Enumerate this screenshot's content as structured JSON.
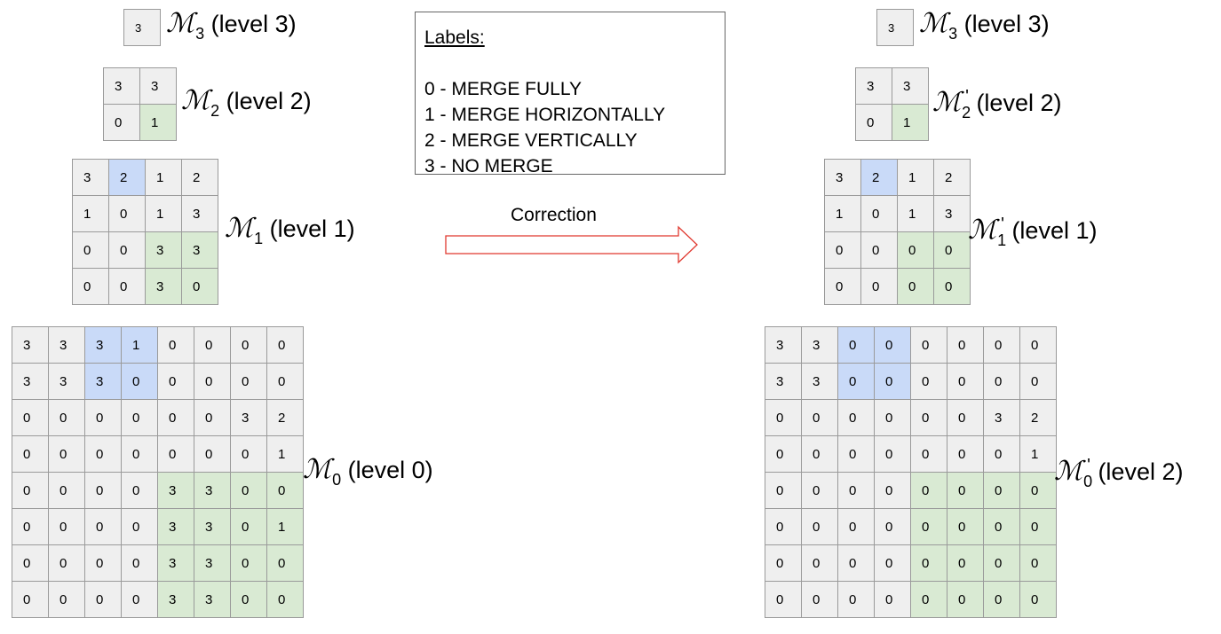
{
  "legend": {
    "title": "Labels:",
    "items": [
      "0 - MERGE FULLY",
      "1 - MERGE HORIZONTALLY",
      "2 - MERGE VERTICALLY",
      "3 - NO MERGE"
    ]
  },
  "arrow_label": "Correction",
  "left": {
    "level3": {
      "symbol": "ℳ",
      "subscript": "3",
      "prime": "",
      "suffix": " (level 3)",
      "rows": [
        [
          "3"
        ]
      ],
      "colors": [
        [
          "g"
        ]
      ]
    },
    "level2": {
      "symbol": "ℳ",
      "subscript": "2",
      "prime": "",
      "suffix": " (level 2)",
      "rows": [
        [
          "3",
          "3"
        ],
        [
          "0",
          "1"
        ]
      ],
      "colors": [
        [
          "g",
          "g"
        ],
        [
          "g",
          "G"
        ]
      ]
    },
    "level1": {
      "symbol": "ℳ",
      "subscript": "1",
      "prime": "",
      "suffix": " (level 1)",
      "rows": [
        [
          "3",
          "2",
          "1",
          "2"
        ],
        [
          "1",
          "0",
          "1",
          "3"
        ],
        [
          "0",
          "0",
          "3",
          "3"
        ],
        [
          "0",
          "0",
          "3",
          "0"
        ]
      ],
      "colors": [
        [
          "g",
          "B",
          "g",
          "g"
        ],
        [
          "g",
          "g",
          "g",
          "g"
        ],
        [
          "g",
          "g",
          "G",
          "G"
        ],
        [
          "g",
          "g",
          "G",
          "G"
        ]
      ]
    },
    "level0": {
      "symbol": "ℳ",
      "subscript": "0",
      "prime": "",
      "suffix": " (level 0)",
      "rows": [
        [
          "3",
          "3",
          "3",
          "1",
          "0",
          "0",
          "0",
          "0"
        ],
        [
          "3",
          "3",
          "3",
          "0",
          "0",
          "0",
          "0",
          "0"
        ],
        [
          "0",
          "0",
          "0",
          "0",
          "0",
          "0",
          "3",
          "2"
        ],
        [
          "0",
          "0",
          "0",
          "0",
          "0",
          "0",
          "0",
          "1"
        ],
        [
          "0",
          "0",
          "0",
          "0",
          "3",
          "3",
          "0",
          "0"
        ],
        [
          "0",
          "0",
          "0",
          "0",
          "3",
          "3",
          "0",
          "1"
        ],
        [
          "0",
          "0",
          "0",
          "0",
          "3",
          "3",
          "0",
          "0"
        ],
        [
          "0",
          "0",
          "0",
          "0",
          "3",
          "3",
          "0",
          "0"
        ]
      ],
      "colors": [
        [
          "g",
          "g",
          "B",
          "B",
          "g",
          "g",
          "g",
          "g"
        ],
        [
          "g",
          "g",
          "B",
          "B",
          "g",
          "g",
          "g",
          "g"
        ],
        [
          "g",
          "g",
          "g",
          "g",
          "g",
          "g",
          "g",
          "g"
        ],
        [
          "g",
          "g",
          "g",
          "g",
          "g",
          "g",
          "g",
          "g"
        ],
        [
          "g",
          "g",
          "g",
          "g",
          "G",
          "G",
          "G",
          "G"
        ],
        [
          "g",
          "g",
          "g",
          "g",
          "G",
          "G",
          "G",
          "G"
        ],
        [
          "g",
          "g",
          "g",
          "g",
          "G",
          "G",
          "G",
          "G"
        ],
        [
          "g",
          "g",
          "g",
          "g",
          "G",
          "G",
          "G",
          "G"
        ]
      ]
    }
  },
  "right": {
    "level3": {
      "symbol": "ℳ",
      "subscript": "3",
      "prime": "",
      "suffix": " (level 3)",
      "rows": [
        [
          "3"
        ]
      ],
      "colors": [
        [
          "g"
        ]
      ]
    },
    "level2": {
      "symbol": "ℳ",
      "subscript": "2",
      "prime": "'",
      "suffix": " (level 2)",
      "rows": [
        [
          "3",
          "3"
        ],
        [
          "0",
          "1"
        ]
      ],
      "colors": [
        [
          "g",
          "g"
        ],
        [
          "g",
          "G"
        ]
      ]
    },
    "level1": {
      "symbol": "ℳ",
      "subscript": "1",
      "prime": "'",
      "suffix": " (level 1)",
      "rows": [
        [
          "3",
          "2",
          "1",
          "2"
        ],
        [
          "1",
          "0",
          "1",
          "3"
        ],
        [
          "0",
          "0",
          "0",
          "0"
        ],
        [
          "0",
          "0",
          "0",
          "0"
        ]
      ],
      "colors": [
        [
          "g",
          "B",
          "g",
          "g"
        ],
        [
          "g",
          "g",
          "g",
          "g"
        ],
        [
          "g",
          "g",
          "G",
          "G"
        ],
        [
          "g",
          "g",
          "G",
          "G"
        ]
      ]
    },
    "level0": {
      "symbol": "ℳ",
      "subscript": "0",
      "prime": "'",
      "suffix": " (level 2)",
      "rows": [
        [
          "3",
          "3",
          "0",
          "0",
          "0",
          "0",
          "0",
          "0"
        ],
        [
          "3",
          "3",
          "0",
          "0",
          "0",
          "0",
          "0",
          "0"
        ],
        [
          "0",
          "0",
          "0",
          "0",
          "0",
          "0",
          "3",
          "2"
        ],
        [
          "0",
          "0",
          "0",
          "0",
          "0",
          "0",
          "0",
          "1"
        ],
        [
          "0",
          "0",
          "0",
          "0",
          "0",
          "0",
          "0",
          "0"
        ],
        [
          "0",
          "0",
          "0",
          "0",
          "0",
          "0",
          "0",
          "0"
        ],
        [
          "0",
          "0",
          "0",
          "0",
          "0",
          "0",
          "0",
          "0"
        ],
        [
          "0",
          "0",
          "0",
          "0",
          "0",
          "0",
          "0",
          "0"
        ]
      ],
      "colors": [
        [
          "g",
          "g",
          "B",
          "B",
          "g",
          "g",
          "g",
          "g"
        ],
        [
          "g",
          "g",
          "B",
          "B",
          "g",
          "g",
          "g",
          "g"
        ],
        [
          "g",
          "g",
          "g",
          "g",
          "g",
          "g",
          "g",
          "g"
        ],
        [
          "g",
          "g",
          "g",
          "g",
          "g",
          "g",
          "g",
          "g"
        ],
        [
          "g",
          "g",
          "g",
          "g",
          "G",
          "G",
          "G",
          "G"
        ],
        [
          "g",
          "g",
          "g",
          "g",
          "G",
          "G",
          "G",
          "G"
        ],
        [
          "g",
          "g",
          "g",
          "g",
          "G",
          "G",
          "G",
          "G"
        ],
        [
          "g",
          "g",
          "g",
          "g",
          "G",
          "G",
          "G",
          "G"
        ]
      ]
    }
  }
}
